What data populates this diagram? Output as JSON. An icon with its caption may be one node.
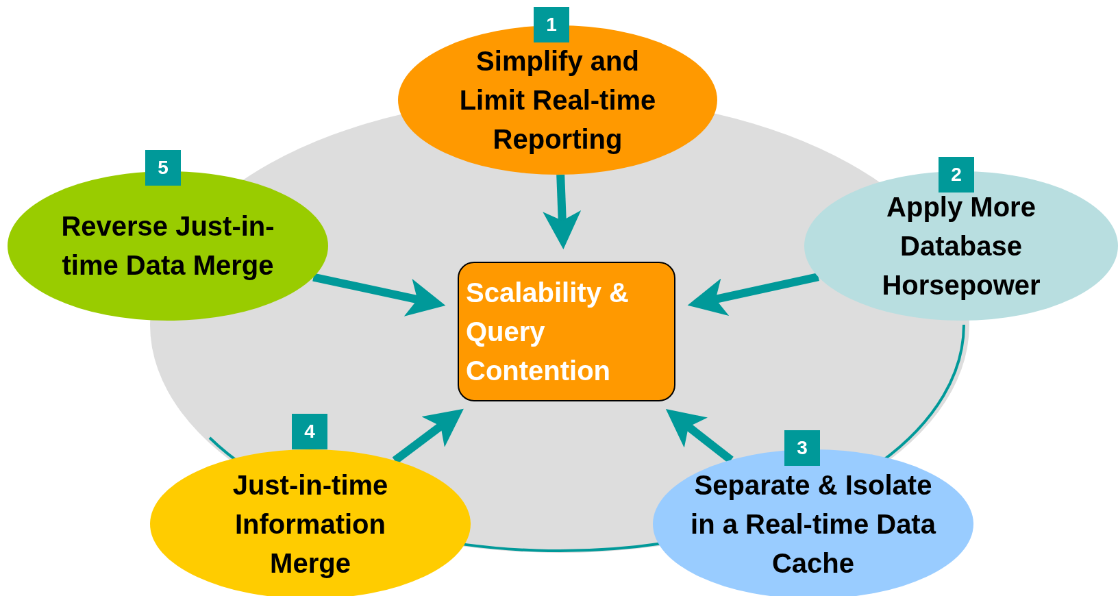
{
  "diagram": {
    "nodes": [
      {
        "text": [
          "Scalability & Query Contention"
        ]
      },
      {
        "text": [
          "1",
          "Simplify and Limit Real-time Reporting"
        ]
      },
      {
        "text": [
          "2",
          "Apply More Database Horsepower"
        ]
      },
      {
        "text": [
          "3",
          "Separate & Isolate in a Real-time Data Cache"
        ]
      },
      {
        "text": [
          "4",
          "Just-in-time Information Merge"
        ]
      },
      {
        "text": [
          "5",
          "Reverse Just-in-time Data Merge"
        ]
      }
    ],
    "edges": [
      {
        "from": 1,
        "to": 0,
        "arrow": "to"
      },
      {
        "from": 2,
        "to": 0,
        "arrow": "to"
      },
      {
        "from": 3,
        "to": 0,
        "arrow": "to"
      },
      {
        "from": 4,
        "to": 0,
        "arrow": "to"
      },
      {
        "from": 5,
        "to": 0,
        "arrow": "to"
      }
    ]
  }
}
